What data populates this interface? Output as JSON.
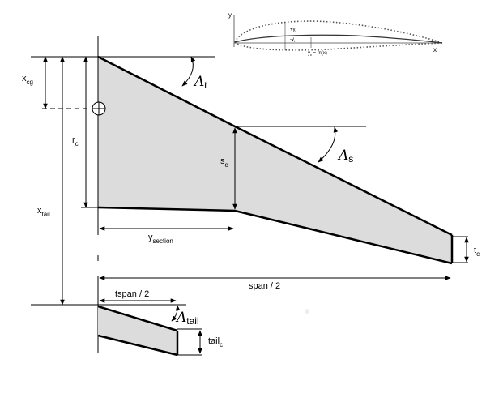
{
  "colors": {
    "fill": "#dcdcdc",
    "stroke": "#000000",
    "airfoil": "#666666"
  },
  "labels": {
    "xcg_main": "x",
    "xcg_sub": "cg",
    "rc_main": "r",
    "rc_sub": "c",
    "sc_main": "s",
    "sc_sub": "c",
    "tc_main": "t",
    "tc_sub": "c",
    "xtail_main": "x",
    "xtail_sub": "tail",
    "ysection_main": "y",
    "ysection_sub": "section",
    "span_half": "span / 2",
    "tspan_half": "tspan / 2",
    "tailc_main": "tail",
    "tailc_sub": "c",
    "lambda_r_main": "Λ",
    "lambda_r_sub": "r",
    "lambda_s_main": "Λ",
    "lambda_s_sub": "s",
    "lambda_tail_main": "Λ",
    "lambda_tail_sub": "tail"
  },
  "airfoil": {
    "y_axis": "y",
    "x_axis": "x",
    "plus_yt": "+y",
    "minus_yt": "-y",
    "yt_sub": "t",
    "camber_label": "y",
    "camber_sub": "c",
    "camber_eq": " = fn(x)"
  },
  "icons": {
    "cg_marker": "center-of-gravity-symbol"
  }
}
